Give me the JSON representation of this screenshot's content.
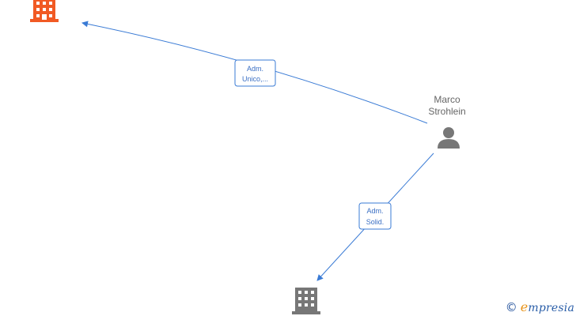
{
  "nodes": {
    "person": {
      "name_line1": "Marco",
      "name_line2": "Strohlein",
      "icon": "person-icon"
    },
    "company_top": {
      "icon": "building-icon",
      "color": "#f15a24"
    },
    "company_bottom": {
      "icon": "building-icon",
      "color": "#777777"
    }
  },
  "edges": [
    {
      "label_line1": "Adm.",
      "label_line2": "Unico,..."
    },
    {
      "label_line1": "Adm.",
      "label_line2": "Solid."
    }
  ],
  "colors": {
    "edge": "#3a7bd5",
    "person": "#777777"
  },
  "watermark": {
    "symbol": "©",
    "brand_initial": "e",
    "brand_rest": "mpresia"
  }
}
